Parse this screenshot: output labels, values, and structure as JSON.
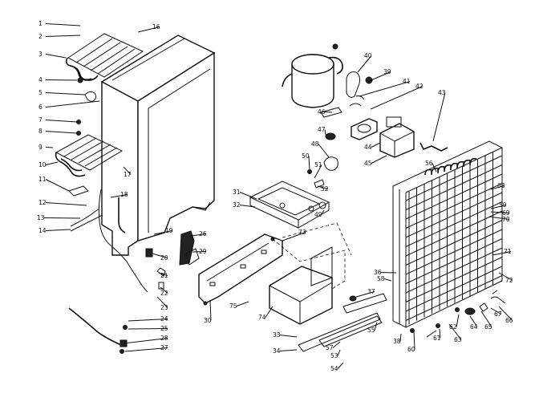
{
  "diagram": {
    "callouts": [
      {
        "id": "c1",
        "text": "1"
      },
      {
        "id": "c2",
        "text": "2"
      },
      {
        "id": "c3",
        "text": "3"
      },
      {
        "id": "c4",
        "text": "4"
      },
      {
        "id": "c5",
        "text": "5"
      },
      {
        "id": "c6",
        "text": "6"
      },
      {
        "id": "c7",
        "text": "7"
      },
      {
        "id": "c8",
        "text": "8"
      },
      {
        "id": "c9",
        "text": "9"
      },
      {
        "id": "c10",
        "text": "10"
      },
      {
        "id": "c11",
        "text": "11"
      },
      {
        "id": "c12",
        "text": "12"
      },
      {
        "id": "c13",
        "text": "13"
      },
      {
        "id": "c14",
        "text": "14"
      },
      {
        "id": "c16",
        "text": "16"
      },
      {
        "id": "c17",
        "text": "17"
      },
      {
        "id": "c18",
        "text": "18"
      },
      {
        "id": "c19",
        "text": "19"
      },
      {
        "id": "c20",
        "text": "20"
      },
      {
        "id": "c21",
        "text": "21"
      },
      {
        "id": "c22",
        "text": "22"
      },
      {
        "id": "c23",
        "text": "23"
      },
      {
        "id": "c24",
        "text": "24"
      },
      {
        "id": "c25",
        "text": "25"
      },
      {
        "id": "c26",
        "text": "26"
      },
      {
        "id": "c27",
        "text": "27"
      },
      {
        "id": "c28",
        "text": "28"
      },
      {
        "id": "c29",
        "text": "29"
      },
      {
        "id": "c30",
        "text": "30"
      },
      {
        "id": "c31",
        "text": "31"
      },
      {
        "id": "c32",
        "text": "32"
      },
      {
        "id": "c33",
        "text": "33"
      },
      {
        "id": "c34",
        "text": "34"
      },
      {
        "id": "c36",
        "text": "36"
      },
      {
        "id": "c37",
        "text": "37"
      },
      {
        "id": "c38",
        "text": "38"
      },
      {
        "id": "c39",
        "text": "39"
      },
      {
        "id": "c40",
        "text": "40"
      },
      {
        "id": "c41",
        "text": "41"
      },
      {
        "id": "c42",
        "text": "42"
      },
      {
        "id": "c43",
        "text": "43"
      },
      {
        "id": "c44",
        "text": "44"
      },
      {
        "id": "c45",
        "text": "45"
      },
      {
        "id": "c46",
        "text": "46"
      },
      {
        "id": "c47",
        "text": "47"
      },
      {
        "id": "c48",
        "text": "48"
      },
      {
        "id": "c49",
        "text": "49"
      },
      {
        "id": "c50",
        "text": "50"
      },
      {
        "id": "c51",
        "text": "51"
      },
      {
        "id": "c52",
        "text": "52"
      },
      {
        "id": "c53",
        "text": "53"
      },
      {
        "id": "c54",
        "text": "54"
      },
      {
        "id": "c55",
        "text": "55"
      },
      {
        "id": "c56",
        "text": "56"
      },
      {
        "id": "c57",
        "text": "57"
      },
      {
        "id": "c58",
        "text": "58"
      },
      {
        "id": "c59",
        "text": "59"
      },
      {
        "id": "c60",
        "text": "60"
      },
      {
        "id": "c61",
        "text": "61"
      },
      {
        "id": "c62",
        "text": "62"
      },
      {
        "id": "c63",
        "text": "63"
      },
      {
        "id": "c64",
        "text": "64"
      },
      {
        "id": "c65",
        "text": "65"
      },
      {
        "id": "c66",
        "text": "66"
      },
      {
        "id": "c67",
        "text": "67"
      },
      {
        "id": "c68",
        "text": "68"
      },
      {
        "id": "c69",
        "text": "69"
      },
      {
        "id": "c70",
        "text": "70"
      },
      {
        "id": "c71",
        "text": "71"
      },
      {
        "id": "c72",
        "text": "72"
      },
      {
        "id": "c73",
        "text": "73"
      },
      {
        "id": "c74",
        "text": "74"
      },
      {
        "id": "c75",
        "text": "75"
      }
    ]
  }
}
